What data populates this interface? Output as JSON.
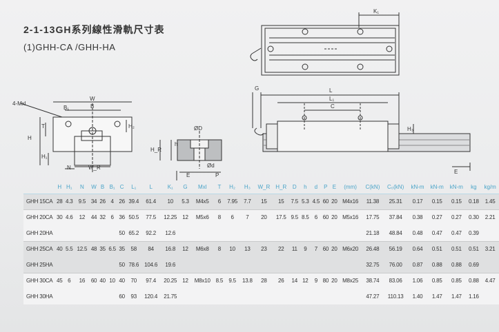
{
  "header": {
    "title": "2-1-13GH系列線性滑軌尺寸表",
    "subtitle": "(1)GHH-CA /GHH-HA"
  },
  "drawing_labels": {
    "k1": "K₁",
    "mx": "4-Mxl",
    "b1": "B₁",
    "b": "B",
    "w": "W",
    "t": "T",
    "h": "H",
    "h1": "H₁",
    "h2": "H₂",
    "n": "N",
    "wr": "W_R",
    "od": "ØD",
    "h_small": "h",
    "hr": "H_R",
    "od_small": "Ød",
    "e": "E",
    "p": "P",
    "g": "G",
    "l": "L",
    "l1": "L₁",
    "c": "C",
    "h3": "H₃",
    "e2": "E"
  },
  "table": {
    "headers": [
      "",
      "H",
      "H₁",
      "N",
      "W",
      "B",
      "B₁",
      "C",
      "L₁",
      "L",
      "K₁",
      "G",
      "Mxl",
      "T",
      "H₂",
      "H₃",
      "W_R",
      "H_R",
      "D",
      "h",
      "d",
      "P",
      "E",
      "(mm)",
      "C(kN)",
      "C₀(kN)",
      "kN-m",
      "kN-m",
      "kN-m",
      "kg",
      "kg/m"
    ],
    "rows": [
      {
        "model": "GHH 15CA",
        "cells": [
          "28",
          "4.3",
          "9.5",
          "34",
          "26",
          "4",
          "26",
          "39.4",
          "61.4",
          "10",
          "5.3",
          "M4x5",
          "6",
          "7.95",
          "7.7",
          "15",
          "15",
          "7.5",
          "5.3",
          "4.5",
          "60",
          "20",
          "M4x16",
          "11.38",
          "25.31",
          "0.17",
          "0.15",
          "0.15",
          "0.18",
          "1.45"
        ]
      },
      {
        "model": "GHH 20CA",
        "cells": [
          "30",
          "4.6",
          "12",
          "44",
          "32",
          "6",
          "36",
          "50.5",
          "77.5",
          "12.25",
          "12",
          "M5x6",
          "8",
          "6",
          "7",
          "20",
          "17.5",
          "9.5",
          "8.5",
          "6",
          "60",
          "20",
          "M5x16",
          "17.75",
          "37.84",
          "0.38",
          "0.27",
          "0.27",
          "0.30",
          "2.21"
        ]
      },
      {
        "model": "GHH 20HA",
        "cells": [
          "",
          "",
          "",
          "",
          "",
          "",
          "50",
          "65.2",
          "92.2",
          "12.6",
          "",
          "",
          "",
          "",
          "",
          "",
          "",
          "",
          "",
          "",
          "",
          "",
          "",
          "21.18",
          "48.84",
          "0.48",
          "0.47",
          "0.47",
          "0.39",
          ""
        ]
      },
      {
        "model": "GHH 25CA",
        "cells": [
          "40",
          "5.5",
          "12.5",
          "48",
          "35",
          "6.5",
          "35",
          "58",
          "84",
          "16.8",
          "12",
          "M6x8",
          "8",
          "10",
          "13",
          "23",
          "22",
          "11",
          "9",
          "7",
          "60",
          "20",
          "M6x20",
          "26.48",
          "56.19",
          "0.64",
          "0.51",
          "0.51",
          "0.51",
          "3.21"
        ]
      },
      {
        "model": "GHH 25HA",
        "cells": [
          "",
          "",
          "",
          "",
          "",
          "",
          "50",
          "78.6",
          "104.6",
          "19.6",
          "",
          "",
          "",
          "",
          "",
          "",
          "",
          "",
          "",
          "",
          "",
          "",
          "",
          "32.75",
          "76.00",
          "0.87",
          "0.88",
          "0.88",
          "0.69",
          ""
        ]
      },
      {
        "model": "GHH 30CA",
        "cells": [
          "45",
          "6",
          "16",
          "60",
          "40",
          "10",
          "40",
          "70",
          "97.4",
          "20.25",
          "12",
          "M8x10",
          "8.5",
          "9.5",
          "13.8",
          "28",
          "26",
          "14",
          "12",
          "9",
          "80",
          "20",
          "M8x25",
          "38.74",
          "83.06",
          "1.06",
          "0.85",
          "0.85",
          "0.88",
          "4.47"
        ]
      },
      {
        "model": "GHH 30HA",
        "cells": [
          "",
          "",
          "",
          "",
          "",
          "",
          "60",
          "93",
          "120.4",
          "21.75",
          "",
          "",
          "",
          "",
          "",
          "",
          "",
          "",
          "",
          "",
          "",
          "",
          "",
          "47.27",
          "110.13",
          "1.40",
          "1.47",
          "1.47",
          "1.16",
          ""
        ]
      }
    ]
  }
}
